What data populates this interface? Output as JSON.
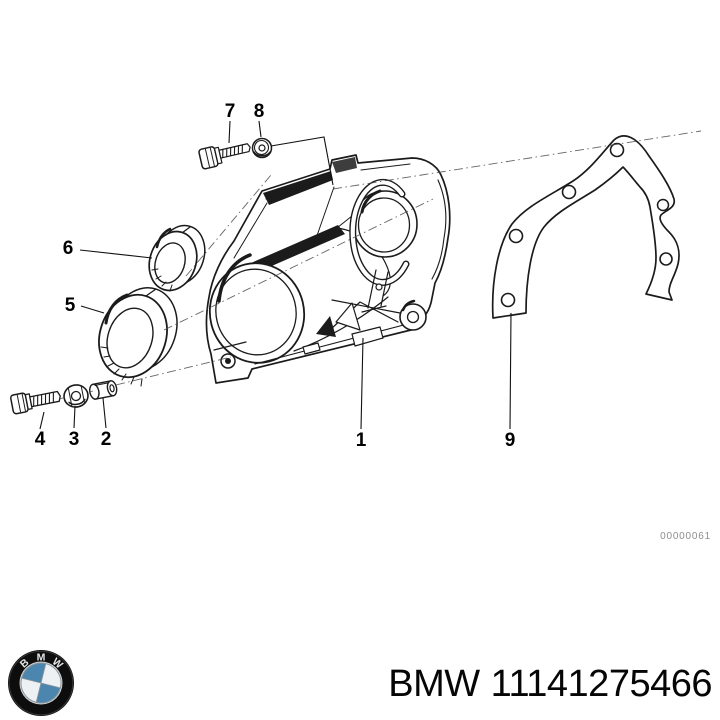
{
  "diagram": {
    "doc_number": "00000061",
    "callouts": [
      {
        "label": "7"
      },
      {
        "label": "8"
      },
      {
        "label": "6"
      },
      {
        "label": "5"
      },
      {
        "label": "4"
      },
      {
        "label": "3"
      },
      {
        "label": "2"
      },
      {
        "label": "1"
      },
      {
        "label": "9"
      }
    ]
  },
  "footer": {
    "brand": "BMW",
    "part_number": "11141275466",
    "logo_letters": [
      "B",
      "M",
      "W"
    ]
  },
  "colors": {
    "ink": "#1b1b1b",
    "doc_number_gray": "#8d8d8d",
    "logo_blue": "#4c86ae",
    "logo_dark": "#0d0d0d"
  }
}
